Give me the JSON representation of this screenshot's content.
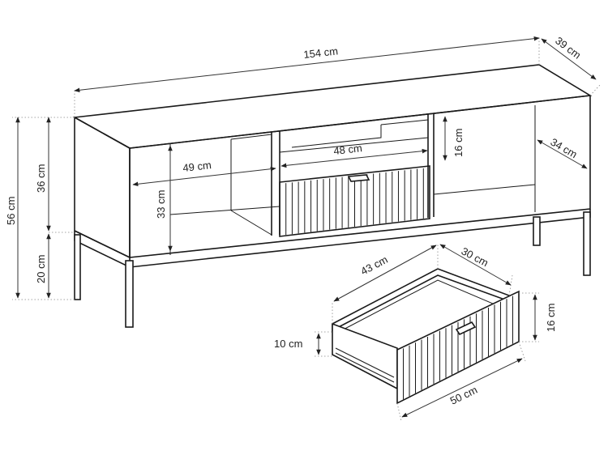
{
  "dimensions": {
    "width": "154 cm",
    "depth": "39 cm",
    "total_height": "56 cm",
    "body_height": "36 cm",
    "leg_height": "20 cm",
    "shelf_width": "49 cm",
    "shelf_height": "33 cm",
    "drawer_front_width": "48 cm",
    "top_compartment_height": "16 cm",
    "inner_depth": "34 cm"
  },
  "drawer": {
    "length": "43 cm",
    "depth": "30 cm",
    "front_height": "16 cm",
    "inner_height": "10 cm",
    "front_width": "50 cm"
  },
  "colors": {
    "line": "#1a1a1a",
    "background": "#ffffff"
  }
}
